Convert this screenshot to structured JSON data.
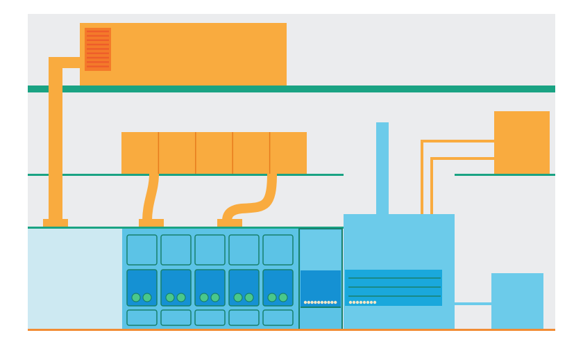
{
  "scene": {
    "palette": {
      "backdrop": "#ebecee",
      "shelf_green": "#1aa383",
      "duct_orange": "#f9ab3f",
      "duct_dark": "#e77b1d",
      "vent_red": "#ee5d2a",
      "cabinet_blue": "#5cc3e6",
      "cabinet_light": "#a5dff0",
      "slot_dark": "#1591d3",
      "outline_teal": "#17806c",
      "module_green": "#4ac88b",
      "floor_orange": "#f28c34",
      "bead_light": "#f6e7c6"
    },
    "icons": {
      "rooftop_unit": "hvac-unit-icon",
      "air_handler": "air-handler-icon",
      "exhaust_stack": "chimney-icon",
      "server_rack": "server-rack-icon",
      "chiller": "chiller-icon",
      "tank": "tank-icon"
    },
    "rack_bays": 5,
    "handler_segments": 5,
    "counts": {
      "rack_beads": 10,
      "chiller_beads": 8,
      "chiller_lines": 3,
      "vent_slats": 9
    }
  }
}
